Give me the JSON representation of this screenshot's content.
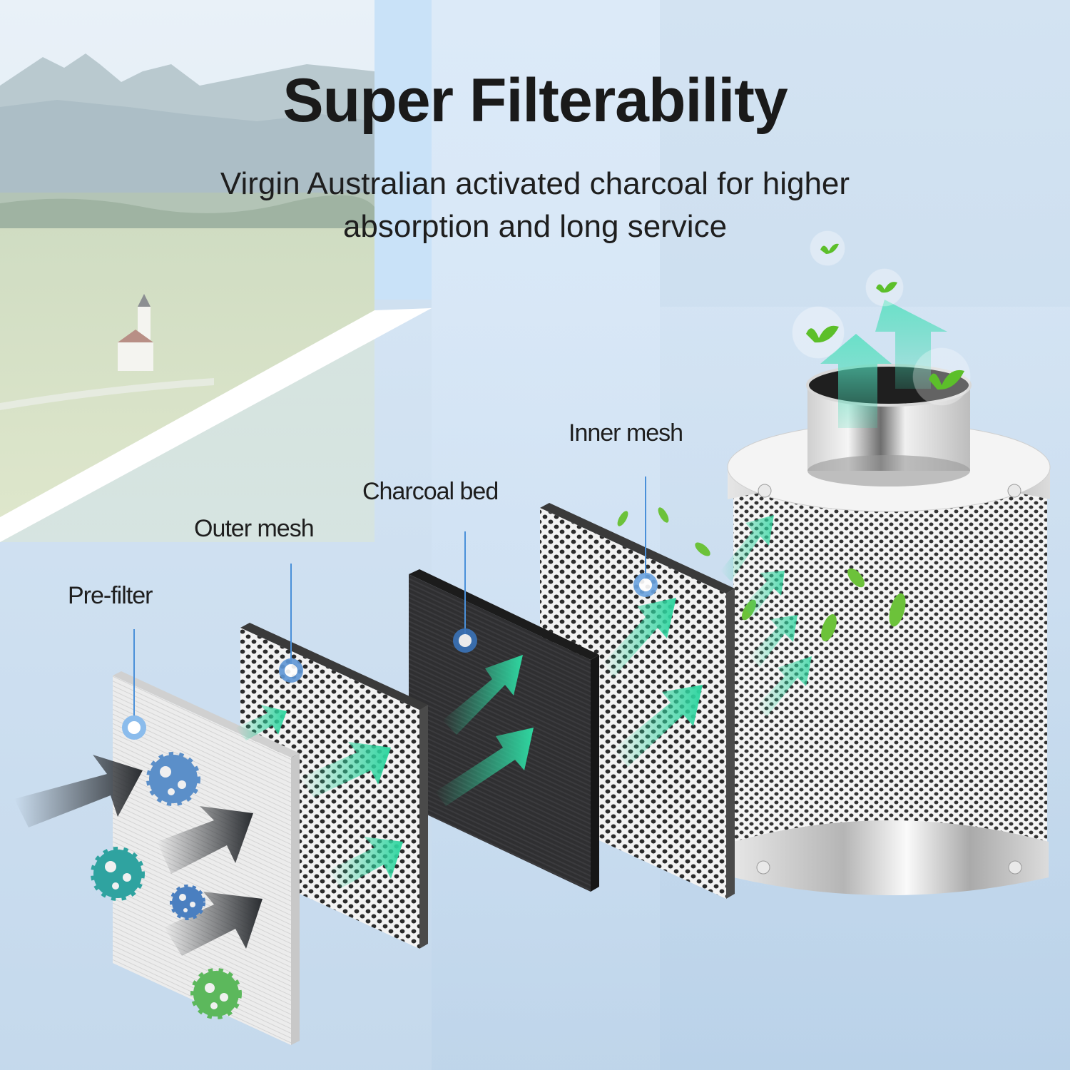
{
  "header": {
    "title": "Super Filterability",
    "subtitle_line1": "Virgin Australian activated charcoal for higher",
    "subtitle_line2": "absorption and long service"
  },
  "layers": [
    {
      "label": "Pre-filter",
      "icon": "pre-filter-pad"
    },
    {
      "label": "Outer mesh",
      "icon": "perforated-mesh-panel"
    },
    {
      "label": "Charcoal bed",
      "icon": "charcoal-panel"
    },
    {
      "label": "Inner mesh",
      "icon": "perforated-mesh-panel"
    }
  ],
  "product": {
    "icon": "carbon-filter-canister"
  },
  "decor": {
    "background_scene": "mountain-landscape-window",
    "incoming_air_icon": "dark-arrow",
    "clean_air_icon": "green-arrow",
    "germ_icons": [
      "blue-germ",
      "teal-germ",
      "blue-germ",
      "green-germ"
    ],
    "leaf_icons": [
      "leaf-bubble",
      "leaf-bubble",
      "leaf-bubble",
      "leaf-bubble"
    ]
  },
  "colors": {
    "title": "#1a1a1a",
    "leader_line": "#4a90d9",
    "clean_air_arrow": "#2fd6a0",
    "dirty_air_arrow": "#2a2d31",
    "germ_blue": "#5b8fc9",
    "germ_teal": "#2fa3a0",
    "germ_green": "#5cb85c",
    "background": "#cfe0f0"
  }
}
